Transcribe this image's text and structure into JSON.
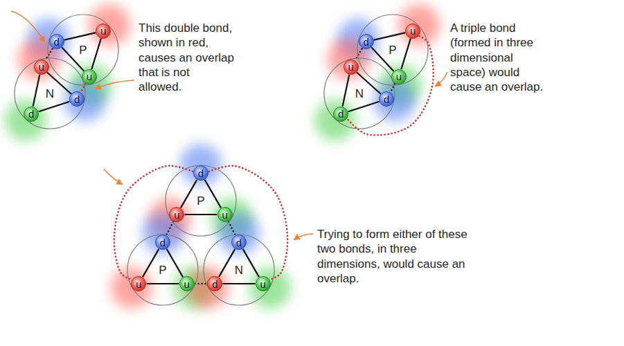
{
  "diagram": {
    "nodes": [
      {
        "text": [
          "P"
        ]
      },
      {
        "text": [
          "d"
        ],
        "in": 0
      },
      {
        "text": [
          "u"
        ],
        "in": 0
      },
      {
        "text": [
          "u"
        ],
        "in": 0
      },
      {
        "text": [
          "N"
        ]
      },
      {
        "text": [
          "u"
        ],
        "in": 4
      },
      {
        "text": [
          "d"
        ],
        "in": 4
      },
      {
        "text": [
          "d"
        ],
        "in": 4
      },
      {
        "text": [
          "P"
        ]
      },
      {
        "text": [
          "d"
        ],
        "in": 8
      },
      {
        "text": [
          "u"
        ],
        "in": 8
      },
      {
        "text": [
          "u"
        ],
        "in": 8
      },
      {
        "text": [
          "N"
        ]
      },
      {
        "text": [
          "u"
        ],
        "in": 12
      },
      {
        "text": [
          "d"
        ],
        "in": 12
      },
      {
        "text": [
          "d"
        ],
        "in": 12
      },
      {
        "text": [
          "P"
        ]
      },
      {
        "text": [
          "d"
        ],
        "in": 16
      },
      {
        "text": [
          "u"
        ],
        "in": 16
      },
      {
        "text": [
          "u"
        ],
        "in": 16
      },
      {
        "text": [
          "P"
        ]
      },
      {
        "text": [
          "d"
        ],
        "in": 20
      },
      {
        "text": [
          "u"
        ],
        "in": 20
      },
      {
        "text": [
          "u"
        ],
        "in": 20
      },
      {
        "text": [
          "N"
        ]
      },
      {
        "text": [
          "d"
        ],
        "in": 24
      },
      {
        "text": [
          "d"
        ],
        "in": 24
      },
      {
        "text": [
          "u"
        ],
        "in": 24
      }
    ],
    "edges": [
      {
        "from": 1,
        "to": 2,
        "arrow": "none"
      },
      {
        "from": 2,
        "to": 3,
        "arrow": "none"
      },
      {
        "from": 1,
        "to": 3,
        "arrow": "none"
      },
      {
        "from": 5,
        "to": 6,
        "arrow": "none"
      },
      {
        "from": 6,
        "to": 7,
        "arrow": "none"
      },
      {
        "from": 5,
        "to": 7,
        "arrow": "none"
      },
      {
        "from": 1,
        "to": 5,
        "arrow": "none"
      },
      {
        "from": 3,
        "to": 6,
        "arrow": "none"
      },
      {
        "from": 9,
        "to": 10,
        "arrow": "none"
      },
      {
        "from": 10,
        "to": 11,
        "arrow": "none"
      },
      {
        "from": 9,
        "to": 11,
        "arrow": "none"
      },
      {
        "from": 13,
        "to": 14,
        "arrow": "none"
      },
      {
        "from": 14,
        "to": 15,
        "arrow": "none"
      },
      {
        "from": 13,
        "to": 15,
        "arrow": "none"
      },
      {
        "from": 9,
        "to": 13,
        "arrow": "none"
      },
      {
        "from": 11,
        "to": 14,
        "arrow": "none"
      },
      {
        "from": 10,
        "to": 15,
        "arrow": "none"
      },
      {
        "from": 17,
        "to": 18,
        "arrow": "none"
      },
      {
        "from": 18,
        "to": 19,
        "arrow": "none"
      },
      {
        "from": 17,
        "to": 19,
        "arrow": "none"
      },
      {
        "from": 21,
        "to": 22,
        "arrow": "none"
      },
      {
        "from": 22,
        "to": 23,
        "arrow": "none"
      },
      {
        "from": 21,
        "to": 23,
        "arrow": "none"
      },
      {
        "from": 25,
        "to": 26,
        "arrow": "none"
      },
      {
        "from": 26,
        "to": 27,
        "arrow": "none"
      },
      {
        "from": 25,
        "to": 27,
        "arrow": "none"
      },
      {
        "from": 18,
        "to": 21,
        "arrow": "none"
      },
      {
        "from": 19,
        "to": 25,
        "arrow": "none"
      },
      {
        "from": 23,
        "to": 26,
        "arrow": "none"
      },
      {
        "from": 17,
        "to": 22,
        "arrow": "none"
      },
      {
        "from": 17,
        "to": 27,
        "arrow": "none"
      }
    ],
    "labels": [
      "This double bond, shown in red, causes an overlap that is not allowed.",
      "A triple bond (formed in three dimensional space) would cause an overlap.",
      "Trying to form either of these two bonds, in three dimensions, would cause an overlap."
    ]
  }
}
